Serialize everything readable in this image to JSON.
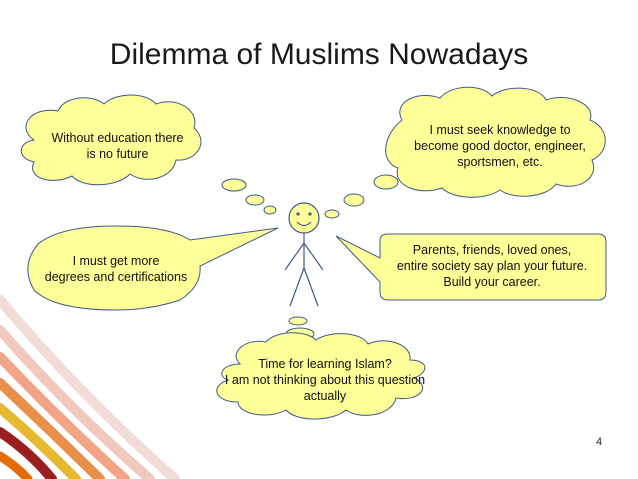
{
  "slide": {
    "title": "Dilemma of Muslims Nowadays",
    "page_number": "4",
    "colors": {
      "bubble_fill": "#FFFF99",
      "bubble_stroke": "#3F5A8A",
      "stick_figure_fill": "#FFFF99"
    }
  },
  "bubbles": {
    "no_education": "Without education there\nis no future",
    "seek_knowledge": "I must seek knowledge to\nbecome good doctor, engineer,\nsportsmen, etc.",
    "more_degrees": "I must get more\ndegrees and certifications",
    "plan_future": "Parents, friends, loved ones,\nentire society say plan your future.\nBuild your career.",
    "learning_islam": "Time for learning Islam?\nI am not thinking about this question\nactually"
  },
  "icons": {
    "figure": "stick-figure-icon",
    "thought": "thought-bubble-icon",
    "speech": "speech-bubble-icon"
  }
}
